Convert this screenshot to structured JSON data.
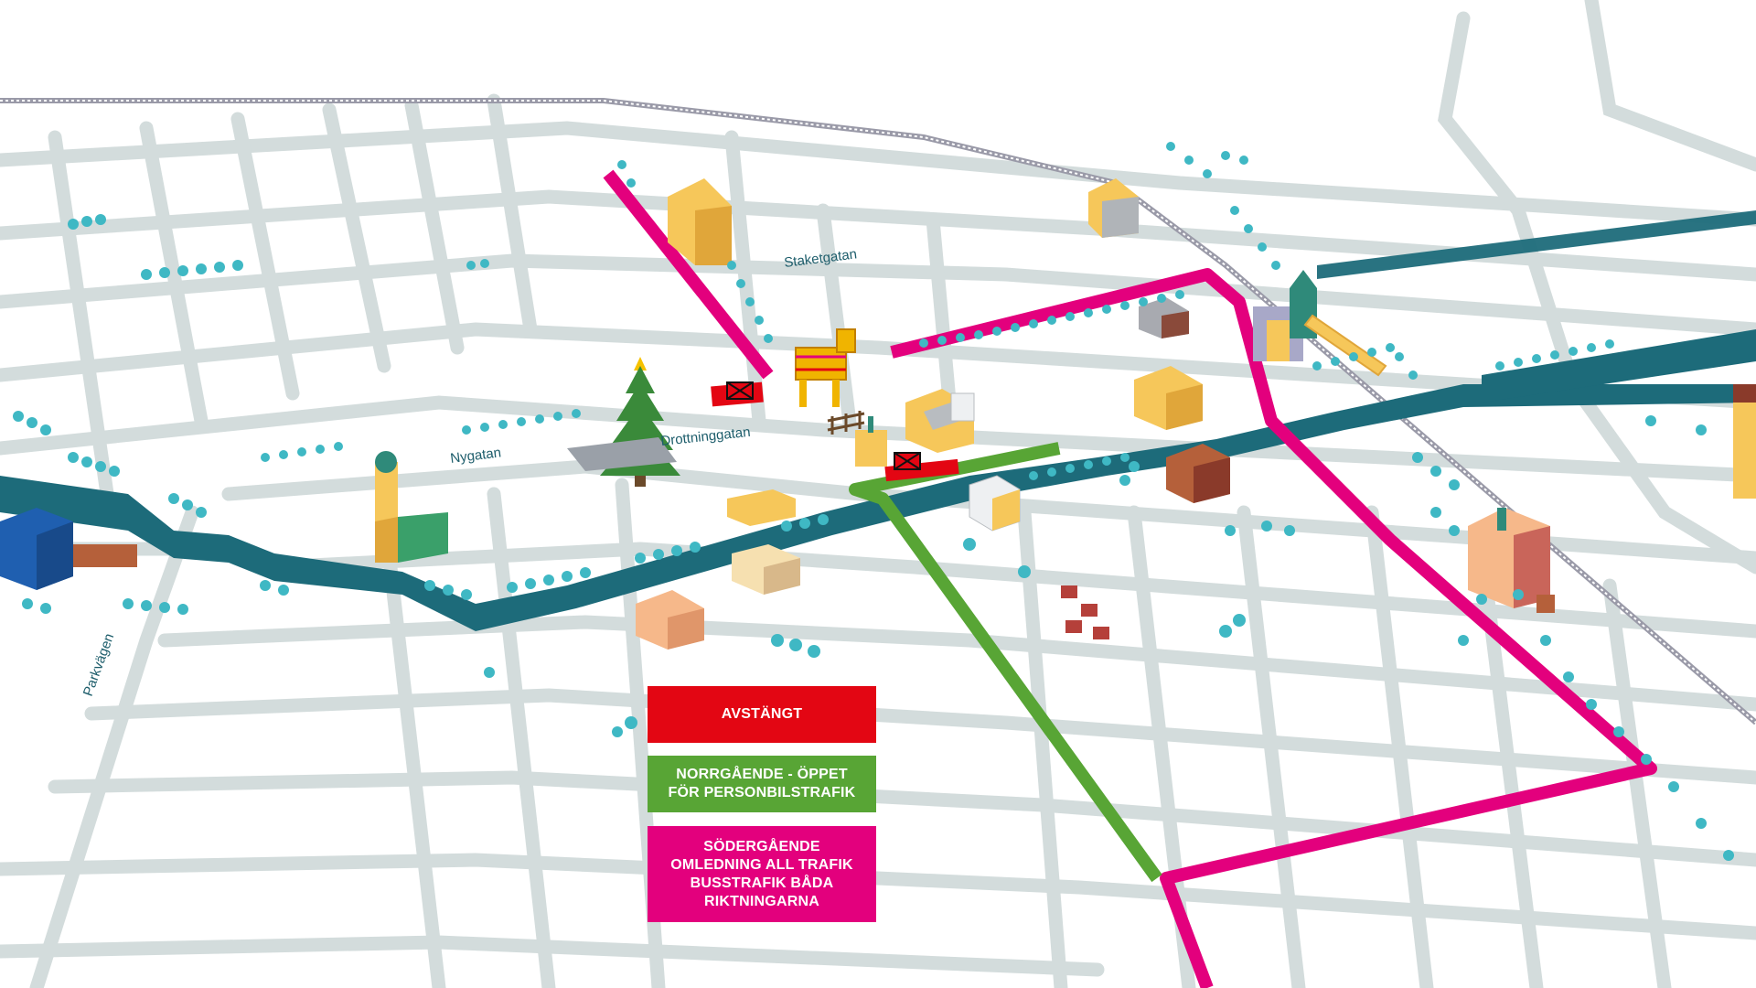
{
  "map": {
    "street_labels": {
      "staketgatan": "Staketgatan",
      "nygatan": "Nygatan",
      "drottninggatan": "Drottninggatan",
      "parkvagen": "Parkvägen"
    },
    "colors": {
      "background": "#ffffff",
      "street": "#d3dcdc",
      "river": "#1d6b7a",
      "closed": "#e30613",
      "northbound_open": "#58a535",
      "southbound_detour": "#e3007d",
      "tree": "#3fb8c4",
      "label": "#1d5d6b"
    },
    "icons": [
      "christmas-tree-icon",
      "straw-goat-icon",
      "road-barrier-icon",
      "church-icon",
      "train-icon",
      "station-building-icon"
    ]
  },
  "legend": {
    "closed": {
      "label": "AVSTÄNGT"
    },
    "northbound": {
      "line1": "NORRGÅENDE - ÖPPET",
      "line2": "FÖR PERSONBILSTRAFIK"
    },
    "southbound": {
      "line1": "SÖDERGÅENDE",
      "line2": "OMLEDNING ALL TRAFIK",
      "line3": "BUSSTRAFIK BÅDA",
      "line4": "RIKTNINGARNA"
    }
  }
}
